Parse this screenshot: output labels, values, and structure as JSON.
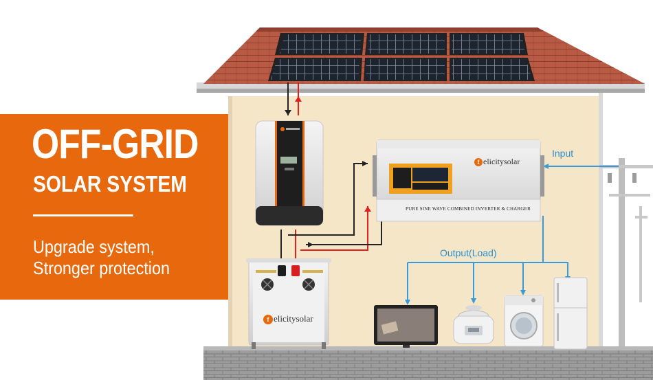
{
  "banner": {
    "title": "OFF-GRID",
    "subtitle": "SOLAR SYSTEM",
    "description_line1": "Upgrade system,",
    "description_line2": "Stronger protection"
  },
  "labels": {
    "input": "Input",
    "output": "Output(Load)"
  },
  "inverter": {
    "brand": "elicitysolar",
    "plate": "PURE SINE WAVE COMBINED INVERTER & CHARGER"
  },
  "battery": {
    "brand": "elicitysolar"
  },
  "colors": {
    "accent": "#e8690d",
    "wire_dc_positive": "#e02020",
    "wire_dc_negative": "#222222",
    "wire_ac": "#3a9ad9",
    "wall": "#f6e6c8",
    "roof": "#b5553f"
  }
}
